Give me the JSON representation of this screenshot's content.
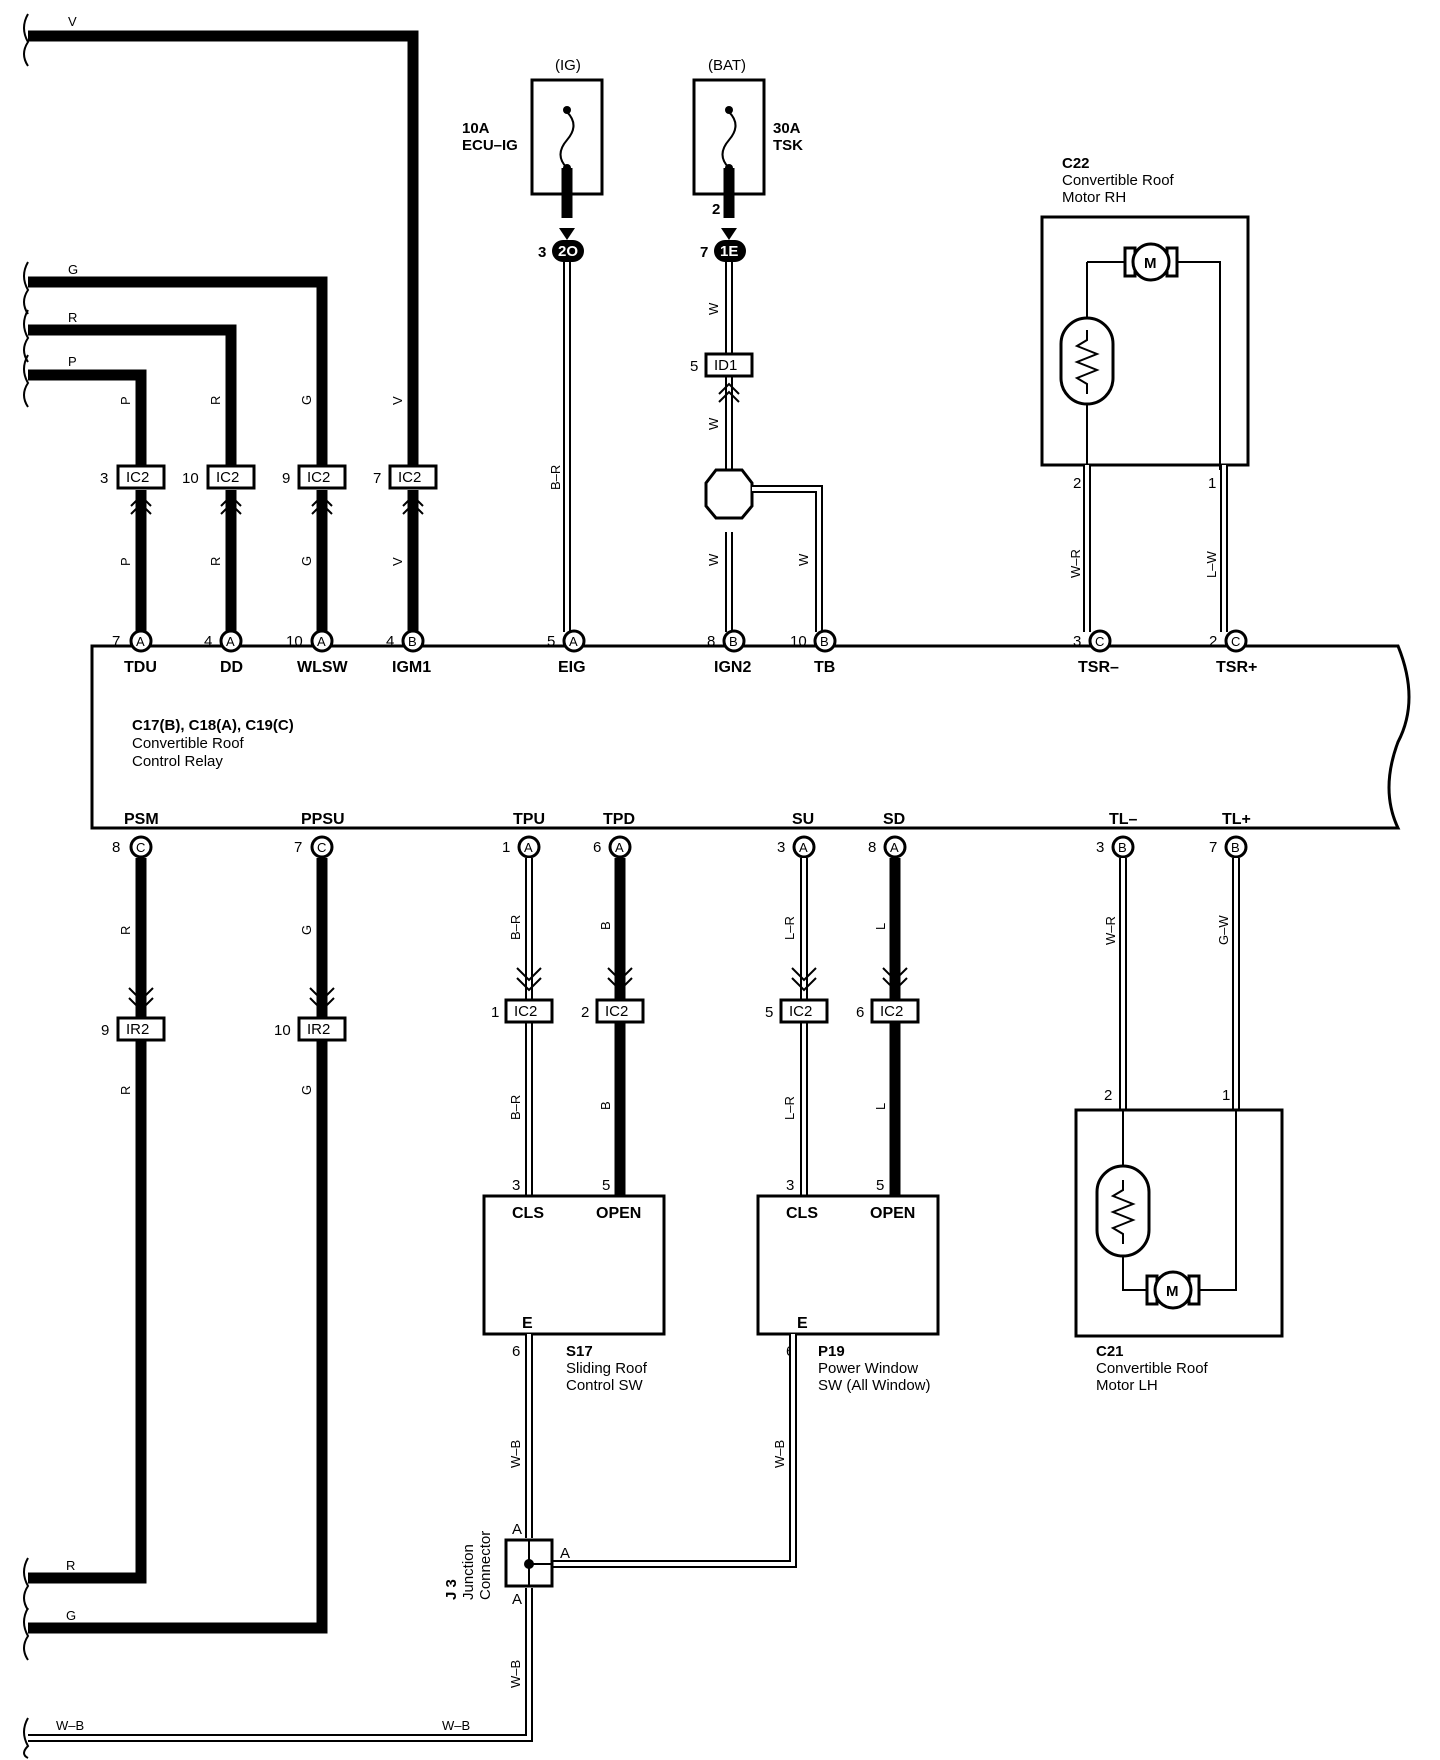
{
  "diagram": {
    "relay": {
      "codes": "C17(B), C18(A), C19(C)",
      "name_line1": "Convertible Roof",
      "name_line2": "Control Relay"
    },
    "top_terminals": [
      {
        "name": "TDU",
        "pin": "7",
        "conn": "A"
      },
      {
        "name": "DD",
        "pin": "4",
        "conn": "A"
      },
      {
        "name": "WLSW",
        "pin": "10",
        "conn": "A"
      },
      {
        "name": "IGM1",
        "pin": "4",
        "conn": "B"
      },
      {
        "name": "EIG",
        "pin": "5",
        "conn": "A"
      },
      {
        "name": "IGN2",
        "pin": "8",
        "conn": "B"
      },
      {
        "name": "TB",
        "pin": "10",
        "conn": "B"
      },
      {
        "name": "TSR–",
        "pin": "3",
        "conn": "C"
      },
      {
        "name": "TSR+",
        "pin": "2",
        "conn": "C"
      }
    ],
    "bottom_terminals": [
      {
        "name": "PSM",
        "pin": "8",
        "conn": "C"
      },
      {
        "name": "PPSU",
        "pin": "7",
        "conn": "C"
      },
      {
        "name": "TPU",
        "pin": "1",
        "conn": "A"
      },
      {
        "name": "TPD",
        "pin": "6",
        "conn": "A"
      },
      {
        "name": "SU",
        "pin": "3",
        "conn": "A"
      },
      {
        "name": "SD",
        "pin": "8",
        "conn": "A"
      },
      {
        "name": "TL–",
        "pin": "3",
        "conn": "B"
      },
      {
        "name": "TL+",
        "pin": "7",
        "conn": "B"
      }
    ],
    "edge_wires": {
      "v": "V",
      "g": "G",
      "r": "R",
      "p": "P",
      "r_bottom": "R",
      "g_bottom": "G",
      "wb_bottom": "W–B",
      "wb_bottom2": "W–B"
    },
    "ic2_top": [
      {
        "pin": "3",
        "label": "IC2",
        "wire": "P"
      },
      {
        "pin": "10",
        "label": "IC2",
        "wire": "R"
      },
      {
        "pin": "9",
        "label": "IC2",
        "wire": "G"
      },
      {
        "pin": "7",
        "label": "IC2",
        "wire": "V"
      }
    ],
    "fuses": {
      "ig": {
        "source": "(IG)",
        "rating": "10A",
        "name": "ECU–IG"
      },
      "bat": {
        "source": "(BAT)",
        "rating": "30A",
        "name": "TSK",
        "pin": "2"
      }
    },
    "jb_conn": {
      "eig_pin": "3",
      "eig_label": "2O",
      "ign_pin": "7",
      "ign_label": "1E",
      "id1_pin": "5",
      "id1_label": "ID1"
    },
    "wire_labels": {
      "eig": "B–R",
      "w1": "W",
      "w2": "W",
      "w3": "W",
      "tb": "W",
      "tsr_minus": "W–R",
      "tsr_plus": "L–W",
      "psm": "R",
      "ppsu": "G",
      "tpu": "B–R",
      "tpd": "B",
      "su": "L–R",
      "sd": "L",
      "tl_minus": "W–R",
      "tl_plus": "G–W",
      "s17_ground": "W–B",
      "p19_ground": "W–B",
      "j3_down": "W–B"
    },
    "motor_rh": {
      "code": "C22",
      "line1": "Convertible Roof",
      "line2": "Motor RH",
      "pin_left": "2",
      "pin_right": "1",
      "symbol": "M"
    },
    "motor_lh": {
      "code": "C21",
      "line1": "Convertible Roof",
      "line2": "Motor LH",
      "pin_left": "2",
      "pin_right": "1",
      "symbol": "M"
    },
    "ir2": [
      {
        "pin": "9",
        "label": "IR2"
      },
      {
        "pin": "10",
        "label": "IR2"
      }
    ],
    "ic2_bottom": [
      {
        "pin": "1",
        "label": "IC2"
      },
      {
        "pin": "2",
        "label": "IC2"
      },
      {
        "pin": "5",
        "label": "IC2"
      },
      {
        "pin": "6",
        "label": "IC2"
      }
    ],
    "switch_s17": {
      "code": "S17",
      "line1": "Sliding Roof",
      "line2": "Control SW",
      "term_cls": "CLS",
      "term_open": "OPEN",
      "term_e": "E",
      "pin_cls": "3",
      "pin_open": "5",
      "pin_e": "6"
    },
    "switch_p19": {
      "code": "P19",
      "line1": "Power Window",
      "line2": "SW (All Window)",
      "term_cls": "CLS",
      "term_open": "OPEN",
      "term_e": "E",
      "pin_cls": "3",
      "pin_open": "5",
      "pin_e": "6"
    },
    "junction": {
      "code": "J 3",
      "line1": "Junction",
      "line2": "Connector",
      "a_top": "A",
      "a_right": "A",
      "a_bottom": "A"
    }
  }
}
